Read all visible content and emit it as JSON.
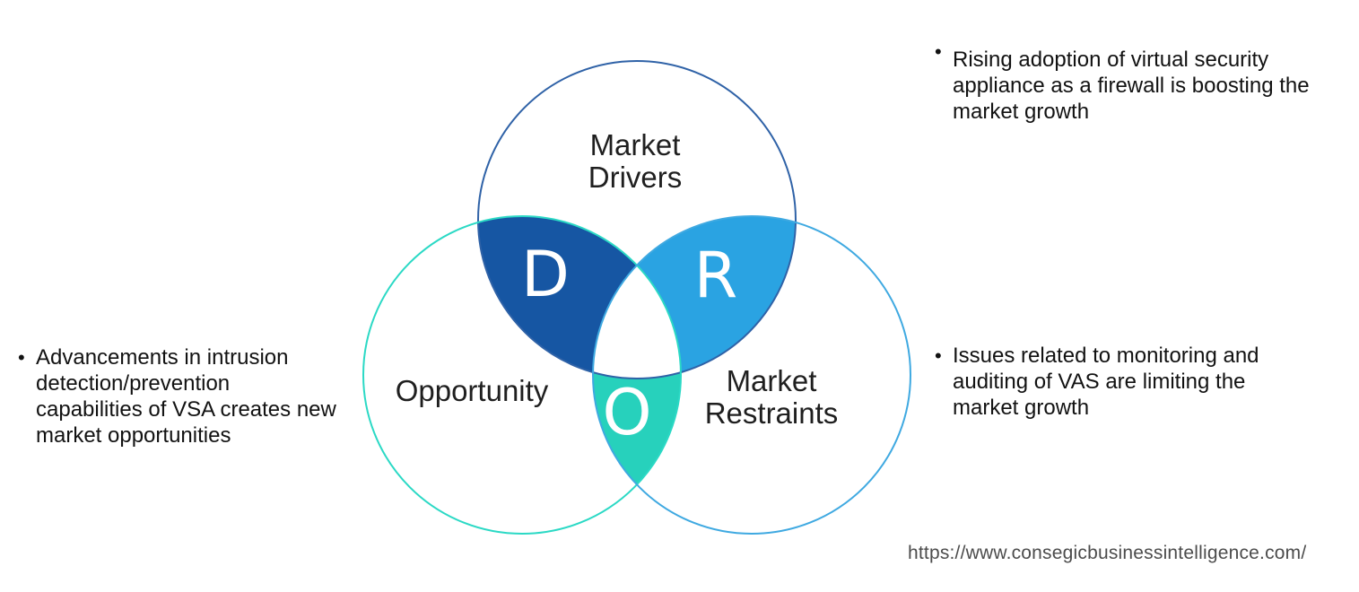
{
  "source_url": "https://www.consegicbusinessintelligence.com/",
  "venn": {
    "drivers": {
      "label_line1": "Market",
      "label_line2": "Drivers",
      "letter": "D"
    },
    "restraints": {
      "label_line1": "Market",
      "label_line2": "Restraints",
      "letter": "R"
    },
    "opportunity": {
      "label": "Opportunity",
      "letter": "O"
    },
    "colors": {
      "drivers_outline": "#2f62a7",
      "restraints_outline": "#3fa9e1",
      "opportunity_outline": "#2bd9c5",
      "d_fill": "#1656a3",
      "r_fill": "#2aa3e2",
      "o_fill": "#27d1bc",
      "center_fill": "#ffffff",
      "letter_color": "#ffffff",
      "label_color": "#1f1f1f"
    }
  },
  "bullets": {
    "left": {
      "marker": "•",
      "lines": [
        "Advancements in intrusion",
        "detection/prevention",
        "capabilities of VSA creates new",
        "market opportunities"
      ]
    },
    "right_top": {
      "marker": "•",
      "lines": [
        "Rising adoption of virtual security",
        "appliance as a firewall is boosting the",
        "market growth"
      ]
    },
    "right_bottom": {
      "marker": "•",
      "lines": [
        "Issues related to monitoring and",
        "auditing of VAS are limiting the",
        "market growth"
      ]
    }
  }
}
